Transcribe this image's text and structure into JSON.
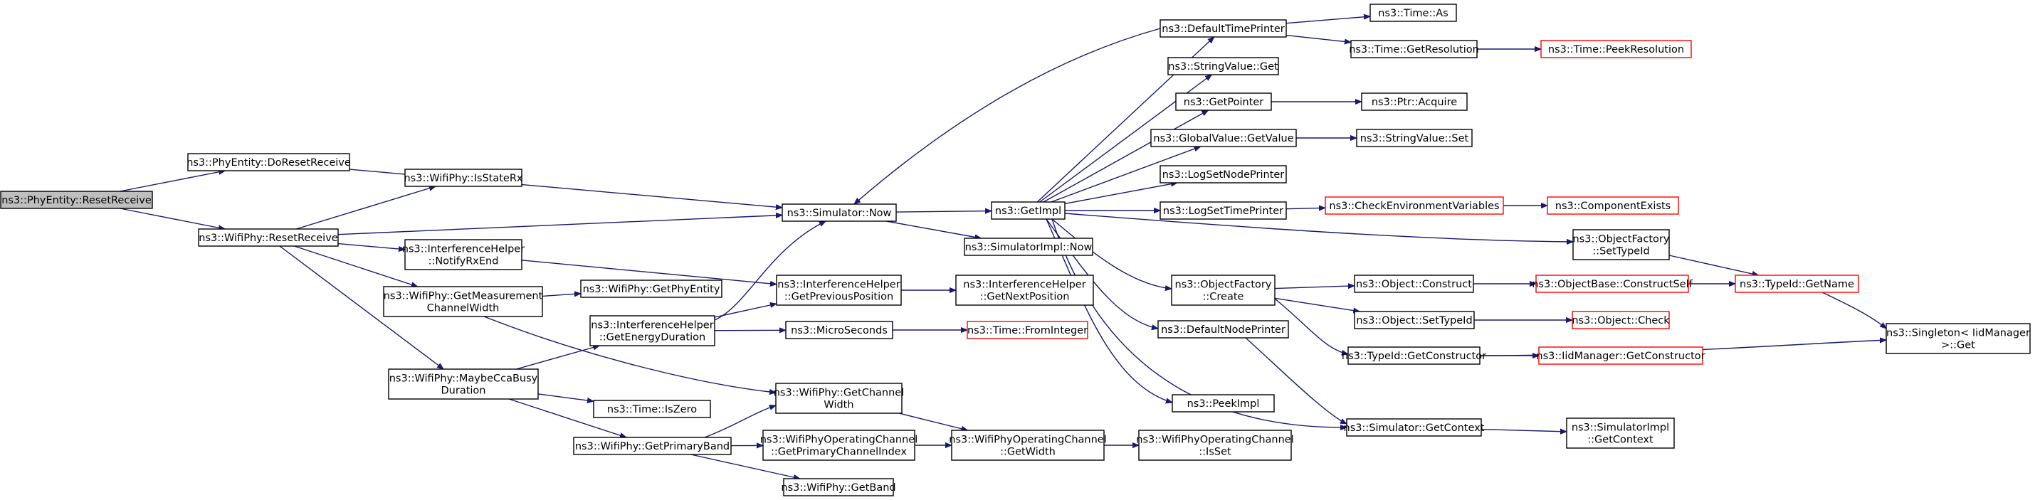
{
  "graph": {
    "type": "call-graph",
    "nodes": [
      {
        "id": "reset_receive",
        "lines": [
          "ns3::PhyEntity::ResetReceive"
        ],
        "style": "root"
      },
      {
        "id": "do_reset_receive",
        "lines": [
          "ns3::PhyEntity::DoResetReceive"
        ]
      },
      {
        "id": "wifi_reset_receive",
        "lines": [
          "ns3::WifiPhy::ResetReceive"
        ]
      },
      {
        "id": "is_state_rx",
        "lines": [
          "ns3::WifiPhy::IsStateRx"
        ]
      },
      {
        "id": "notify_rx_end",
        "lines": [
          "ns3::InterferenceHelper",
          "::NotifyRxEnd"
        ]
      },
      {
        "id": "get_measurement_cw",
        "lines": [
          "ns3::WifiPhy::GetMeasurement",
          "ChannelWidth"
        ]
      },
      {
        "id": "maybe_cca_busy",
        "lines": [
          "ns3::WifiPhy::MaybeCcaBusy",
          "Duration"
        ]
      },
      {
        "id": "simulator_now",
        "lines": [
          "ns3::Simulator::Now"
        ]
      },
      {
        "id": "get_phy_entity",
        "lines": [
          "ns3::WifiPhy::GetPhyEntity"
        ]
      },
      {
        "id": "get_previous_position",
        "lines": [
          "ns3::InterferenceHelper",
          "::GetPreviousPosition"
        ]
      },
      {
        "id": "get_energy_duration",
        "lines": [
          "ns3::InterferenceHelper",
          "::GetEnergyDuration"
        ]
      },
      {
        "id": "microseconds",
        "lines": [
          "ns3::MicroSeconds"
        ]
      },
      {
        "id": "time_is_zero",
        "lines": [
          "ns3::Time::IsZero"
        ]
      },
      {
        "id": "get_channel_width",
        "lines": [
          "ns3::WifiPhy::GetChannel",
          "Width"
        ]
      },
      {
        "id": "get_primary_band",
        "lines": [
          "ns3::WifiPhy::GetPrimaryBand"
        ]
      },
      {
        "id": "get_primary_channel_index",
        "lines": [
          "ns3::WifiPhyOperatingChannel",
          "::GetPrimaryChannelIndex"
        ]
      },
      {
        "id": "get_band",
        "lines": [
          "ns3::WifiPhy::GetBand"
        ]
      },
      {
        "id": "get_impl",
        "lines": [
          "ns3::GetImpl"
        ]
      },
      {
        "id": "simulatorimpl_now",
        "lines": [
          "ns3::SimulatorImpl::Now"
        ]
      },
      {
        "id": "get_next_position",
        "lines": [
          "ns3::InterferenceHelper",
          "::GetNextPosition"
        ]
      },
      {
        "id": "time_from_integer",
        "lines": [
          "ns3::Time::FromInteger"
        ],
        "style": "red"
      },
      {
        "id": "op_channel_get_width",
        "lines": [
          "ns3::WifiPhyOperatingChannel",
          "::GetWidth"
        ]
      },
      {
        "id": "op_channel_is_set",
        "lines": [
          "ns3::WifiPhyOperatingChannel",
          "::IsSet"
        ]
      },
      {
        "id": "default_time_printer",
        "lines": [
          "ns3::DefaultTimePrinter"
        ]
      },
      {
        "id": "string_value_get",
        "lines": [
          "ns3::StringValue::Get"
        ]
      },
      {
        "id": "get_pointer",
        "lines": [
          "ns3::GetPointer"
        ]
      },
      {
        "id": "global_value_get_value",
        "lines": [
          "ns3::GlobalValue::GetValue"
        ]
      },
      {
        "id": "log_set_node_printer",
        "lines": [
          "ns3::LogSetNodePrinter"
        ]
      },
      {
        "id": "log_set_time_printer",
        "lines": [
          "ns3::LogSetTimePrinter"
        ]
      },
      {
        "id": "object_factory_create",
        "lines": [
          "ns3::ObjectFactory",
          "::Create"
        ]
      },
      {
        "id": "default_node_printer",
        "lines": [
          "ns3::DefaultNodePrinter"
        ]
      },
      {
        "id": "peek_impl",
        "lines": [
          "ns3::PeekImpl"
        ]
      },
      {
        "id": "time_as",
        "lines": [
          "ns3::Time::As"
        ]
      },
      {
        "id": "time_get_resolution",
        "lines": [
          "ns3::Time::GetResolution"
        ]
      },
      {
        "id": "time_peek_resolution",
        "lines": [
          "ns3::Time::PeekResolution"
        ],
        "style": "red"
      },
      {
        "id": "ptr_acquire",
        "lines": [
          "ns3::Ptr::Acquire"
        ]
      },
      {
        "id": "string_value_set",
        "lines": [
          "ns3::StringValue::Set"
        ]
      },
      {
        "id": "check_env_vars",
        "lines": [
          "ns3::CheckEnvironmentVariables"
        ],
        "style": "red"
      },
      {
        "id": "component_exists",
        "lines": [
          "ns3::ComponentExists"
        ],
        "style": "red"
      },
      {
        "id": "object_factory_set_type_id",
        "lines": [
          "ns3::ObjectFactory",
          "::SetTypeId"
        ]
      },
      {
        "id": "object_construct",
        "lines": [
          "ns3::Object::Construct"
        ]
      },
      {
        "id": "object_base_construct_self",
        "lines": [
          "ns3::ObjectBase::ConstructSelf"
        ],
        "style": "red"
      },
      {
        "id": "type_id_get_name",
        "lines": [
          "ns3::TypeId::GetName"
        ],
        "style": "red"
      },
      {
        "id": "object_set_type_id",
        "lines": [
          "ns3::Object::SetTypeId"
        ]
      },
      {
        "id": "object_check",
        "lines": [
          "ns3::Object::Check"
        ],
        "style": "red"
      },
      {
        "id": "type_id_get_constructor",
        "lines": [
          "ns3::TypeId::GetConstructor"
        ]
      },
      {
        "id": "iid_manager_get_constructor",
        "lines": [
          "ns3::IidManager::GetConstructor"
        ],
        "style": "red"
      },
      {
        "id": "singleton_get",
        "lines": [
          "ns3::Singleton< IidManager",
          " >::Get"
        ]
      },
      {
        "id": "simulator_get_context",
        "lines": [
          "ns3::Simulator::GetContext"
        ]
      },
      {
        "id": "simulatorimpl_get_context",
        "lines": [
          "ns3::SimulatorImpl",
          "::GetContext"
        ]
      }
    ],
    "edges": [
      [
        "reset_receive",
        "do_reset_receive"
      ],
      [
        "reset_receive",
        "wifi_reset_receive"
      ],
      [
        "do_reset_receive",
        "simulator_now"
      ],
      [
        "wifi_reset_receive",
        "is_state_rx"
      ],
      [
        "wifi_reset_receive",
        "simulator_now"
      ],
      [
        "wifi_reset_receive",
        "notify_rx_end"
      ],
      [
        "wifi_reset_receive",
        "get_measurement_cw"
      ],
      [
        "wifi_reset_receive",
        "maybe_cca_busy"
      ],
      [
        "notify_rx_end",
        "get_previous_position"
      ],
      [
        "get_measurement_cw",
        "get_phy_entity"
      ],
      [
        "get_measurement_cw",
        "get_channel_width"
      ],
      [
        "maybe_cca_busy",
        "get_energy_duration"
      ],
      [
        "maybe_cca_busy",
        "time_is_zero"
      ],
      [
        "maybe_cca_busy",
        "get_primary_band"
      ],
      [
        "get_energy_duration",
        "simulator_now"
      ],
      [
        "get_energy_duration",
        "get_previous_position"
      ],
      [
        "get_energy_duration",
        "microseconds"
      ],
      [
        "get_primary_band",
        "get_channel_width"
      ],
      [
        "get_primary_band",
        "get_primary_channel_index"
      ],
      [
        "get_primary_band",
        "get_band"
      ],
      [
        "simulator_now",
        "get_impl"
      ],
      [
        "simulator_now",
        "simulatorimpl_now"
      ],
      [
        "get_previous_position",
        "get_next_position"
      ],
      [
        "microseconds",
        "time_from_integer"
      ],
      [
        "get_channel_width",
        "op_channel_get_width"
      ],
      [
        "get_primary_channel_index",
        "op_channel_get_width"
      ],
      [
        "op_channel_get_width",
        "op_channel_is_set"
      ],
      [
        "get_impl",
        "default_time_printer"
      ],
      [
        "get_impl",
        "string_value_get"
      ],
      [
        "get_impl",
        "get_pointer"
      ],
      [
        "get_impl",
        "global_value_get_value"
      ],
      [
        "get_impl",
        "log_set_node_printer"
      ],
      [
        "get_impl",
        "log_set_time_printer"
      ],
      [
        "get_impl",
        "object_factory_set_type_id"
      ],
      [
        "get_impl",
        "object_factory_create"
      ],
      [
        "get_impl",
        "default_node_printer"
      ],
      [
        "get_impl",
        "peek_impl"
      ],
      [
        "get_impl",
        "simulator_get_context"
      ],
      [
        "default_time_printer",
        "simulator_now"
      ],
      [
        "default_time_printer",
        "time_as"
      ],
      [
        "default_time_printer",
        "time_get_resolution"
      ],
      [
        "time_get_resolution",
        "time_peek_resolution"
      ],
      [
        "get_pointer",
        "ptr_acquire"
      ],
      [
        "global_value_get_value",
        "string_value_set"
      ],
      [
        "log_set_time_printer",
        "check_env_vars"
      ],
      [
        "check_env_vars",
        "component_exists"
      ],
      [
        "object_factory_set_type_id",
        "type_id_get_name"
      ],
      [
        "object_factory_create",
        "object_construct"
      ],
      [
        "object_factory_create",
        "object_set_type_id"
      ],
      [
        "object_factory_create",
        "type_id_get_constructor"
      ],
      [
        "object_construct",
        "object_base_construct_self"
      ],
      [
        "object_base_construct_self",
        "type_id_get_name"
      ],
      [
        "object_set_type_id",
        "object_check"
      ],
      [
        "type_id_get_constructor",
        "iid_manager_get_constructor"
      ],
      [
        "type_id_get_constructor",
        "singleton_get"
      ],
      [
        "type_id_get_name",
        "singleton_get"
      ],
      [
        "default_node_printer",
        "simulator_get_context"
      ],
      [
        "simulator_get_context",
        "simulatorimpl_get_context"
      ]
    ],
    "colors": {
      "edge": "#191970",
      "node_border": "#000000",
      "external_node_border": "#ff0000",
      "root_fill": "#bfbfbf"
    }
  }
}
